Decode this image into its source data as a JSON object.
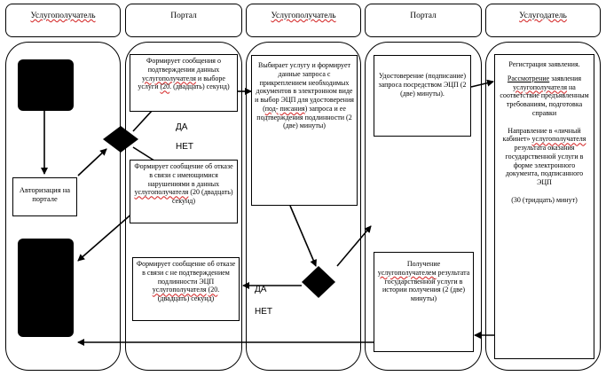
{
  "headers": [
    "Услугополучатель",
    "Портал",
    "Услугополучатель",
    "Портал",
    "Услугодатель"
  ],
  "auth_box": "Авторизация на портале",
  "box_confirm": {
    "pre": "Формирует сообщения о подтверждении данных",
    "underlined": "услугополучателя",
    "mid": "и выборе услуги",
    "time_underlined": "(20",
    "time_rest": ". (двадцать) секунд)"
  },
  "box_refuse_violation": {
    "pre": "Формирует сообщение об отказе в связи с имеющимися нарушениями в данных",
    "underlined": "услугополучателя",
    "post": "(20 (двадцать) секунд)"
  },
  "box_refuse_eds": {
    "pre": "Формирует сообщение об отказе в связи с не подтверждением подлинности ЭЦП",
    "underlined": "услугополучателя",
    "time_underlined": "(20",
    "time_rest": ". (двадцать) секунд)"
  },
  "box_select": {
    "pre": "Выбирает услугу и формирует данные запроса с прикреплением необходимых документов в электронном виде и выбор ЭЦП для удостоверения (",
    "underlined1": "под-",
    "underlined2": "писания",
    "post": ") запроса и ее подтверждения подлинности (2 (две) минуты)"
  },
  "box_sign": "Удостоверение (подписание) запроса посредством ЭЦП (2 (две) минуты).",
  "box_receive": {
    "pre": "Получение",
    "underlined": "услугополучателем",
    "post": "результата государственной услуги в истории получения (2 (две) минуты)"
  },
  "box_provider": {
    "registration": "Регистрация заявления.",
    "review_underlined": "Рассмотрение",
    "review_mid": "заявления",
    "review_underlined2": "услугополучателя",
    "review_post": "на соответствие предъявленным требованиям, подготовка справки",
    "send_pre": "Направление в «личный кабинет»",
    "send_underlined": "услугополучателя",
    "send_post": "результата оказания государственной услуги в форме электронного документа, подписанного ЭЦП",
    "time": "(30 (тридцать) минут)"
  },
  "labels": {
    "yes": "ДА",
    "no1": "НЕТ",
    "yes2": "ДА",
    "no2": "НЕТ"
  }
}
